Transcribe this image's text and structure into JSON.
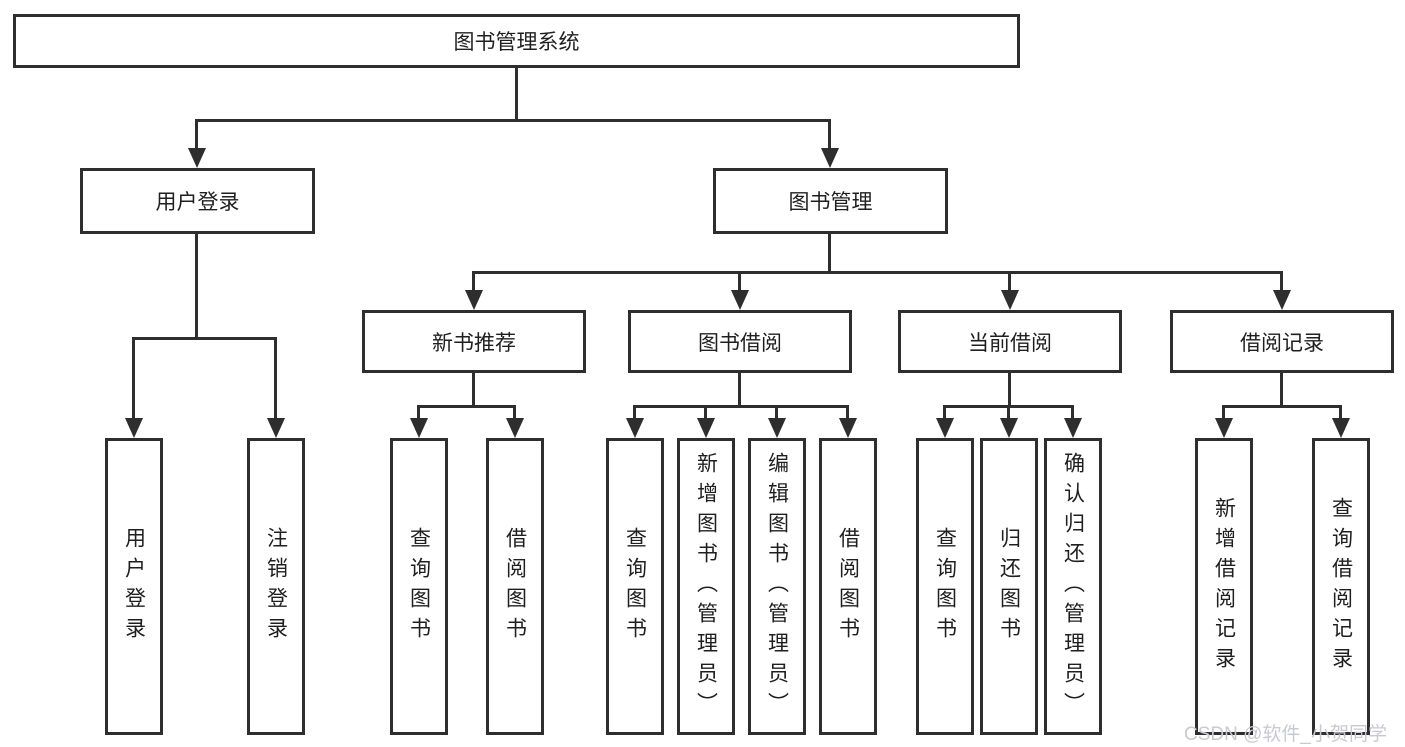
{
  "diagram_title": "图书管理系统",
  "tree": {
    "root": {
      "label": "图书管理系统"
    },
    "level2": [
      {
        "label": "用户登录"
      },
      {
        "label": "图书管理"
      }
    ],
    "level3": [
      {
        "label": "新书推荐",
        "parent": "图书管理"
      },
      {
        "label": "图书借阅",
        "parent": "图书管理"
      },
      {
        "label": "当前借阅",
        "parent": "图书管理"
      },
      {
        "label": "借阅记录",
        "parent": "图书管理"
      }
    ],
    "leaves": [
      {
        "label": "用户登录",
        "parent": "用户登录"
      },
      {
        "label": "注销登录",
        "parent": "用户登录"
      },
      {
        "label": "查询图书",
        "parent": "新书推荐"
      },
      {
        "label": "借阅图书",
        "parent": "新书推荐"
      },
      {
        "label": "查询图书",
        "parent": "图书借阅"
      },
      {
        "label": "新增图书（管理员）",
        "parent": "图书借阅"
      },
      {
        "label": "编辑图书（管理员）",
        "parent": "图书借阅"
      },
      {
        "label": "借阅图书",
        "parent": "图书借阅"
      },
      {
        "label": "查询图书",
        "parent": "当前借阅"
      },
      {
        "label": "归还图书",
        "parent": "当前借阅"
      },
      {
        "label": "确认归还（管理员）",
        "parent": "当前借阅"
      },
      {
        "label": "新增借阅记录",
        "parent": "借阅记录"
      },
      {
        "label": "查询借阅记录",
        "parent": "借阅记录"
      }
    ]
  },
  "watermark": {
    "text": "CSDN @软件_小贺同学"
  },
  "colors": {
    "line": "#2e2e2e",
    "box_border": "#2e2e2e",
    "text": "#1f1f1f",
    "background": "#ffffff",
    "watermark": "#c9c9d2"
  }
}
